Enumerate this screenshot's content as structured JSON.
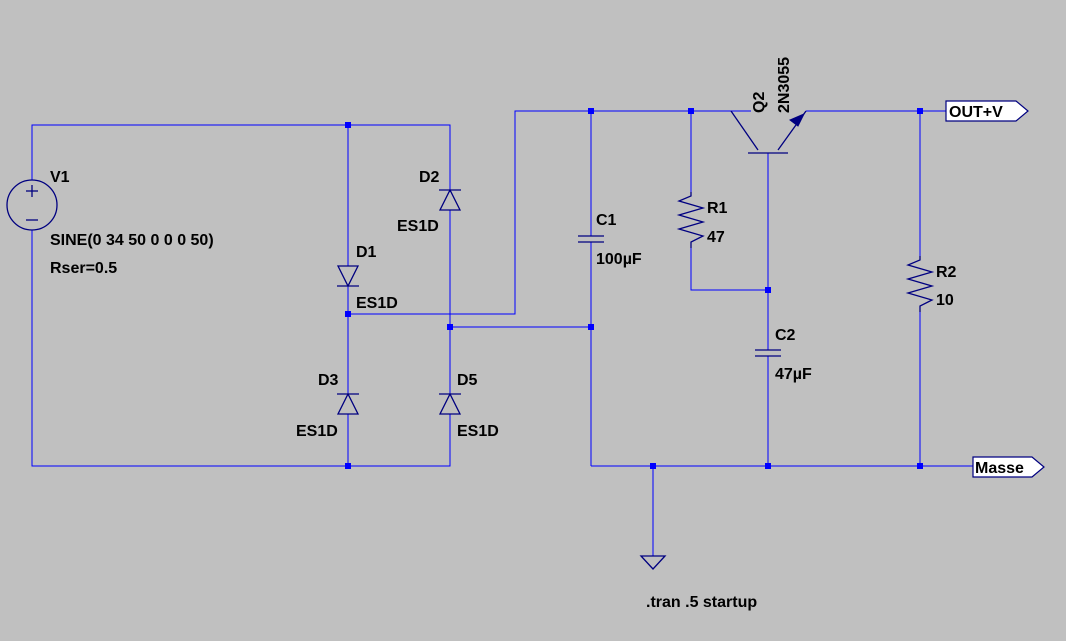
{
  "components": {
    "V1": {
      "name": "V1",
      "value": "SINE(0 34 50 0 0 0 50)",
      "param": "Rser=0.5"
    },
    "D1": {
      "name": "D1",
      "model": "ES1D"
    },
    "D2": {
      "name": "D2",
      "model": "ES1D"
    },
    "D3": {
      "name": "D3",
      "model": "ES1D"
    },
    "D5": {
      "name": "D5",
      "model": "ES1D"
    },
    "C1": {
      "name": "C1",
      "value": "100µF"
    },
    "C2": {
      "name": "C2",
      "value": "47µF"
    },
    "R1": {
      "name": "R1",
      "value": "47"
    },
    "R2": {
      "name": "R2",
      "value": "10"
    },
    "Q2": {
      "name": "Q2",
      "model": "2N3055"
    }
  },
  "net_labels": {
    "out": "OUT+V",
    "gnd": "Masse"
  },
  "directive": ".tran .5 startup",
  "colors": {
    "background": "#c0c0c0",
    "wire": "#0000ff",
    "symbol": "#000080",
    "text": "#000000"
  }
}
